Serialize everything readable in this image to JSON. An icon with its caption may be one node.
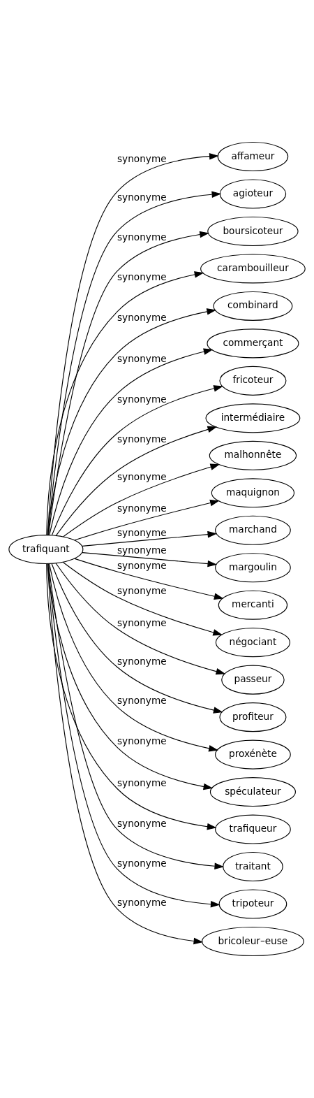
{
  "diagram": {
    "nodes": [
      {
        "text": [
          "trafiquant"
        ]
      },
      {
        "text": [
          "affameur"
        ]
      },
      {
        "text": [
          "agioteur"
        ]
      },
      {
        "text": [
          "boursicoteur"
        ]
      },
      {
        "text": [
          "carambouilleur"
        ]
      },
      {
        "text": [
          "combinard"
        ]
      },
      {
        "text": [
          "commerçant"
        ]
      },
      {
        "text": [
          "fricoteur"
        ]
      },
      {
        "text": [
          "intermédiaire"
        ]
      },
      {
        "text": [
          "malhonnête"
        ]
      },
      {
        "text": [
          "maquignon"
        ]
      },
      {
        "text": [
          "marchand"
        ]
      },
      {
        "text": [
          "margoulin"
        ]
      },
      {
        "text": [
          "mercanti"
        ]
      },
      {
        "text": [
          "négociant"
        ]
      },
      {
        "text": [
          "passeur"
        ]
      },
      {
        "text": [
          "profiteur"
        ]
      },
      {
        "text": [
          "proxénète"
        ]
      },
      {
        "text": [
          "spéculateur"
        ]
      },
      {
        "text": [
          "trafiqueur"
        ]
      },
      {
        "text": [
          "traitant"
        ]
      },
      {
        "text": [
          "tripoteur"
        ]
      },
      {
        "text": [
          "bricoleur–euse"
        ]
      }
    ],
    "edges": [
      {
        "from": 0,
        "to": 1,
        "arrow": "to",
        "label": "synonyme"
      },
      {
        "from": 0,
        "to": 2,
        "arrow": "to",
        "label": "synonyme"
      },
      {
        "from": 0,
        "to": 3,
        "arrow": "to",
        "label": "synonyme"
      },
      {
        "from": 0,
        "to": 4,
        "arrow": "to",
        "label": "synonyme"
      },
      {
        "from": 0,
        "to": 5,
        "arrow": "to",
        "label": "synonyme"
      },
      {
        "from": 0,
        "to": 6,
        "arrow": "to",
        "label": "synonyme"
      },
      {
        "from": 0,
        "to": 7,
        "arrow": "to",
        "label": "synonyme"
      },
      {
        "from": 0,
        "to": 8,
        "arrow": "to",
        "label": "synonyme"
      },
      {
        "from": 0,
        "to": 9,
        "arrow": "to",
        "label": "synonyme"
      },
      {
        "from": 0,
        "to": 10,
        "arrow": "to",
        "label": "synonyme"
      },
      {
        "from": 0,
        "to": 11,
        "arrow": "to",
        "label": "synonyme"
      },
      {
        "from": 0,
        "to": 12,
        "arrow": "to",
        "label": "synonyme"
      },
      {
        "from": 0,
        "to": 13,
        "arrow": "to",
        "label": "synonyme"
      },
      {
        "from": 0,
        "to": 14,
        "arrow": "to",
        "label": "synonyme"
      },
      {
        "from": 0,
        "to": 15,
        "arrow": "to",
        "label": "synonyme"
      },
      {
        "from": 0,
        "to": 16,
        "arrow": "to",
        "label": "synonyme"
      },
      {
        "from": 0,
        "to": 17,
        "arrow": "to",
        "label": "synonyme"
      },
      {
        "from": 0,
        "to": 18,
        "arrow": "to",
        "label": "synonyme"
      },
      {
        "from": 0,
        "to": 19,
        "arrow": "to",
        "label": "synonyme"
      },
      {
        "from": 0,
        "to": 20,
        "arrow": "to",
        "label": "synonyme"
      },
      {
        "from": 0,
        "to": 21,
        "arrow": "to",
        "label": "synonyme"
      },
      {
        "from": 0,
        "to": 22,
        "arrow": "to",
        "label": "synonyme"
      }
    ]
  }
}
